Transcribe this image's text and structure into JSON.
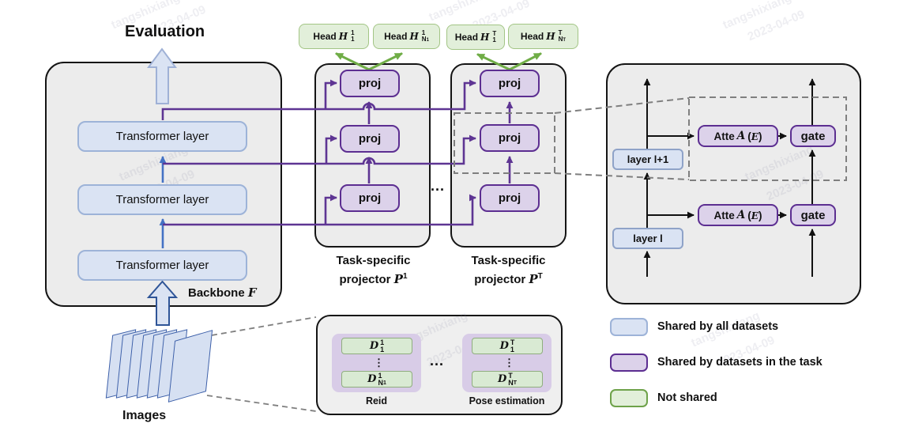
{
  "watermark": {
    "name": "tangshixiang",
    "date": "2023-04-09"
  },
  "colors": {
    "shared_all_fill": "#dae3f3",
    "shared_all_border": "#9db3d8",
    "task_fill": "#dcd2ea",
    "task_border": "#5c2e91",
    "not_shared_fill": "#e2efda",
    "not_shared_border": "#6ea24a",
    "purple_line": "#5e3593",
    "blue_arrow": "#4472c4",
    "green_arrow": "#70ad47",
    "panel_bg": "#ececec",
    "dashed_gray": "#7f7f7f"
  },
  "evaluation": {
    "label": "Evaluation"
  },
  "backbone": {
    "label": "Backbone",
    "symbol": "F",
    "layers": [
      {
        "label": "Transformer layer"
      },
      {
        "label": "Transformer layer"
      },
      {
        "label": "Transformer layer"
      }
    ]
  },
  "images": {
    "label": "Images"
  },
  "heads": [
    {
      "prefix": "Head",
      "symbol": "H",
      "sup": "1",
      "sub": "1",
      "subsub": ""
    },
    {
      "prefix": "Head",
      "symbol": "H",
      "sup": "1",
      "sub": "N",
      "subsub": "1"
    },
    {
      "prefix": "Head",
      "symbol": "H",
      "sup": "T",
      "sub": "1",
      "subsub": ""
    },
    {
      "prefix": "Head",
      "symbol": "H",
      "sup": "T",
      "sub": "N",
      "subsub": "T"
    }
  ],
  "projectors": {
    "dots": "...",
    "blocks": [
      {
        "projs": [
          "proj",
          "proj",
          "proj"
        ],
        "caption_line1": "Task-specific",
        "caption_line2": "projector",
        "symbol": "P",
        "sup": "1"
      },
      {
        "projs": [
          "proj",
          "proj",
          "proj"
        ],
        "caption_line1": "Task-specific",
        "caption_line2": "projector",
        "symbol": "P",
        "sup": "T"
      }
    ]
  },
  "right_panel": {
    "layer_top": "layer l+1",
    "layer_bottom": "layer l",
    "atte": {
      "prefix": "Atte",
      "symbol": "A",
      "open": "(",
      "arg": "E",
      "close": ")"
    },
    "gate": "gate"
  },
  "legend": [
    {
      "label": "Shared by all datasets",
      "fill": "#dae3f3",
      "border": "#9db3d8"
    },
    {
      "label": "Shared by datasets  in the task",
      "fill": "#dcd2ea",
      "border": "#5c2e91"
    },
    {
      "label": "Not shared",
      "fill": "#e2efda",
      "border": "#6ea24a"
    }
  ],
  "datasets": {
    "dots": "...",
    "vdots": "⋮",
    "groups": [
      {
        "caption": "Reid",
        "items": [
          {
            "symbol": "D",
            "sup": "1",
            "sub": "1",
            "subsub": ""
          },
          {
            "symbol": "D",
            "sup": "1",
            "sub": "N",
            "subsub": "1"
          }
        ]
      },
      {
        "caption": "Pose estimation",
        "items": [
          {
            "symbol": "D",
            "sup": "T",
            "sub": "1",
            "subsub": ""
          },
          {
            "symbol": "D",
            "sup": "T",
            "sub": "N",
            "subsub": "T"
          }
        ]
      }
    ]
  }
}
